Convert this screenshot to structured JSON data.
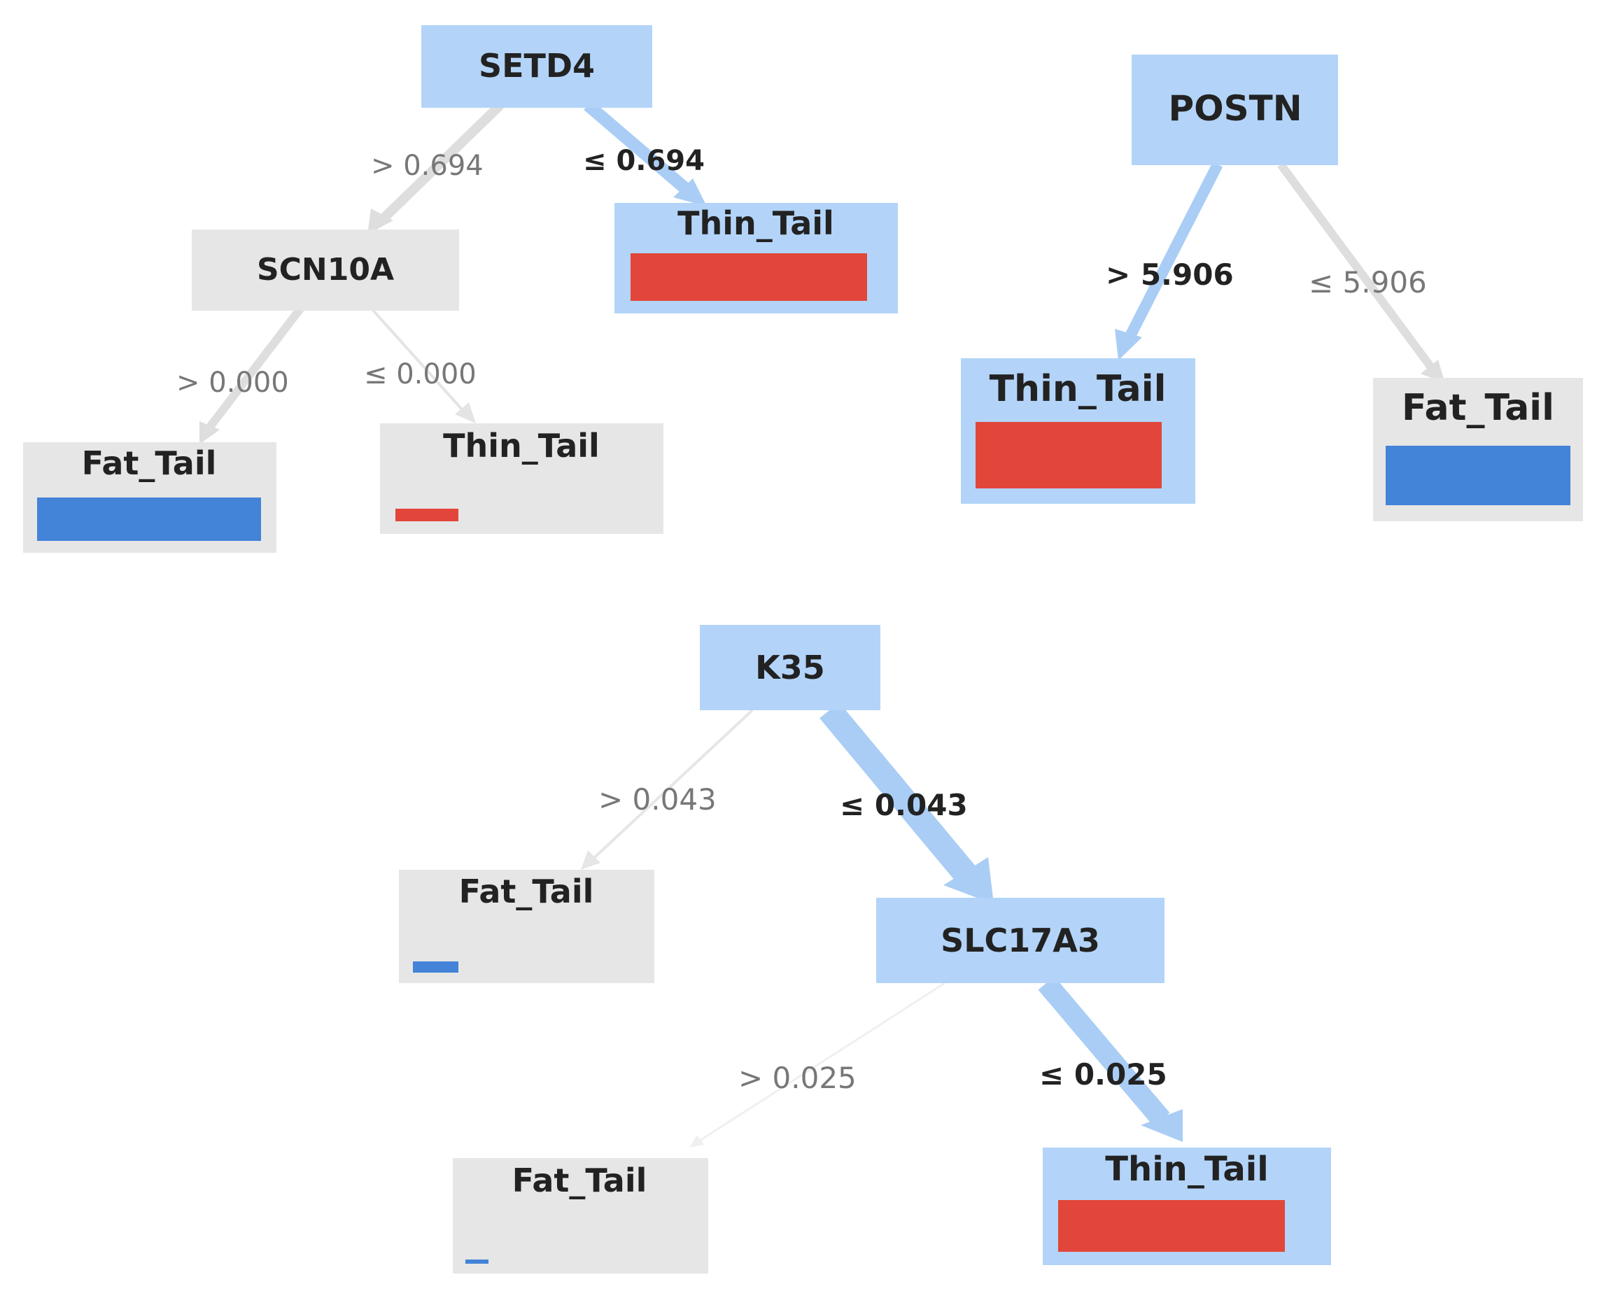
{
  "colors": {
    "highlight_node": "#b3d4f8",
    "plain_node": "#e6e6e6",
    "highlight_edge": "#a9cdf5",
    "plain_edge": "#dedede",
    "thin_tail_bar": "#e2463a",
    "fat_tail_bar": "#4383d8"
  },
  "trees": [
    {
      "nodes": {
        "setd4": {
          "label": "SETD4"
        },
        "scn10a": {
          "label": "SCN10A"
        },
        "leaf1": {
          "label": "Thin_Tail",
          "bar_fraction": 0.95
        },
        "leaf2": {
          "label": "Fat_Tail",
          "bar_fraction": 0.9
        },
        "leaf3": {
          "label": "Thin_Tail",
          "bar_fraction": 0.25
        }
      },
      "edges": {
        "e1": {
          "label": "> 0.694"
        },
        "e2": {
          "label": "≤ 0.694"
        },
        "e3": {
          "label": "> 0.000"
        },
        "e4": {
          "label": "≤ 0.000"
        }
      }
    },
    {
      "nodes": {
        "postn": {
          "label": "POSTN"
        },
        "leaf1": {
          "label": "Thin_Tail",
          "bar_fraction": 0.9
        },
        "leaf2": {
          "label": "Fat_Tail",
          "bar_fraction": 0.85
        }
      },
      "edges": {
        "e1": {
          "label": "> 5.906"
        },
        "e2": {
          "label": "≤ 5.906"
        }
      }
    },
    {
      "nodes": {
        "k35": {
          "label": "K35"
        },
        "slc17a3": {
          "label": "SLC17A3"
        },
        "leaf1": {
          "label": "Fat_Tail",
          "bar_fraction": 0.2
        },
        "leaf2": {
          "label": "Fat_Tail",
          "bar_fraction": 0.1
        },
        "leaf3": {
          "label": "Thin_Tail",
          "bar_fraction": 0.9
        }
      },
      "edges": {
        "e1": {
          "label": "> 0.043"
        },
        "e2": {
          "label": "≤ 0.043"
        },
        "e3": {
          "label": "> 0.025"
        },
        "e4": {
          "label": "≤ 0.025"
        }
      }
    }
  ]
}
